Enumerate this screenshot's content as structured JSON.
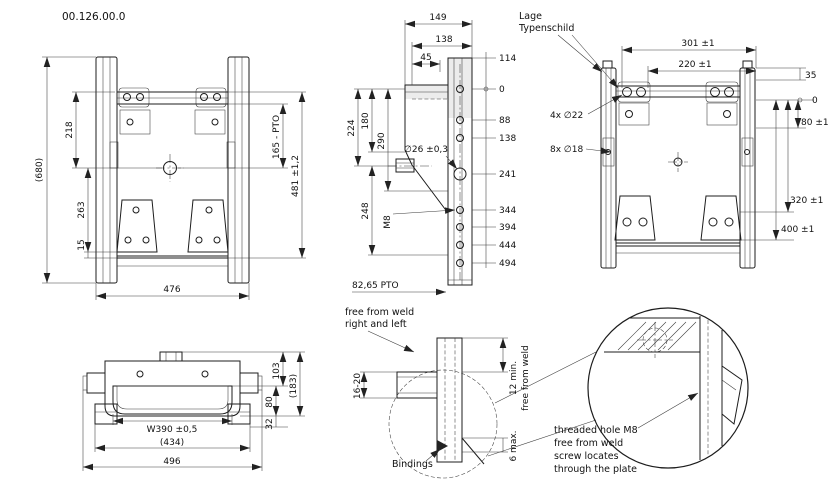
{
  "meta": {
    "drawing_number": "00.126.00.0"
  },
  "front_view": {
    "dim_overall_height": "(680)",
    "dim_218": "218",
    "dim_263": "263",
    "dim_15": "15",
    "dim_pto_height": "165 - PTO",
    "dim_481": "481 ±1,2",
    "dim_width_476": "476"
  },
  "side_view": {
    "dim_149": "149",
    "dim_138_top": "138",
    "dim_45": "45",
    "coord_114": "114",
    "coord_0": "0",
    "coord_88": "88",
    "coord_138": "138",
    "coord_241": "241",
    "coord_344": "344",
    "coord_394": "394",
    "coord_444": "444",
    "coord_494": "494",
    "dim_224": "224",
    "dim_180": "180",
    "dim_290": "290",
    "dim_248": "248",
    "label_m8": "M8",
    "label_hole_26": "∅26 ±0,3",
    "label_pto": "82,65 PTO"
  },
  "rear_view": {
    "label_typenschild_line1": "Lage",
    "label_typenschild_line2": "Typenschild",
    "dim_301": "301 ±1",
    "dim_220": "220 ±1",
    "dim_35": "35",
    "coord_0": "0",
    "dim_80": "80 ±1",
    "label_holes_22": "4x ∅22",
    "label_holes_18": "8x ∅18",
    "dim_320": "320 ±1",
    "dim_400": "400 ±1"
  },
  "bottom_view": {
    "dim_103": "103",
    "dim_80": "80",
    "dim_183": "(183)",
    "dim_32": "32",
    "dim_w390": "W390 ±0,5",
    "dim_434": "(434)",
    "dim_496": "496"
  },
  "weld_detail": {
    "note_free_weld_line1": "free from weld",
    "note_free_weld_line2": "right and left",
    "dim_16_20": "16-20",
    "dim_12_min": "12 min.",
    "note_free_from_weld": "free from weld",
    "dim_6_max": "6 max.",
    "label_bindings": "Bindings"
  },
  "thread_detail": {
    "note_line1": "threaded hole M8",
    "note_line2": "free from weld",
    "note_line3": "screw locates",
    "note_line4": "through the plate"
  }
}
